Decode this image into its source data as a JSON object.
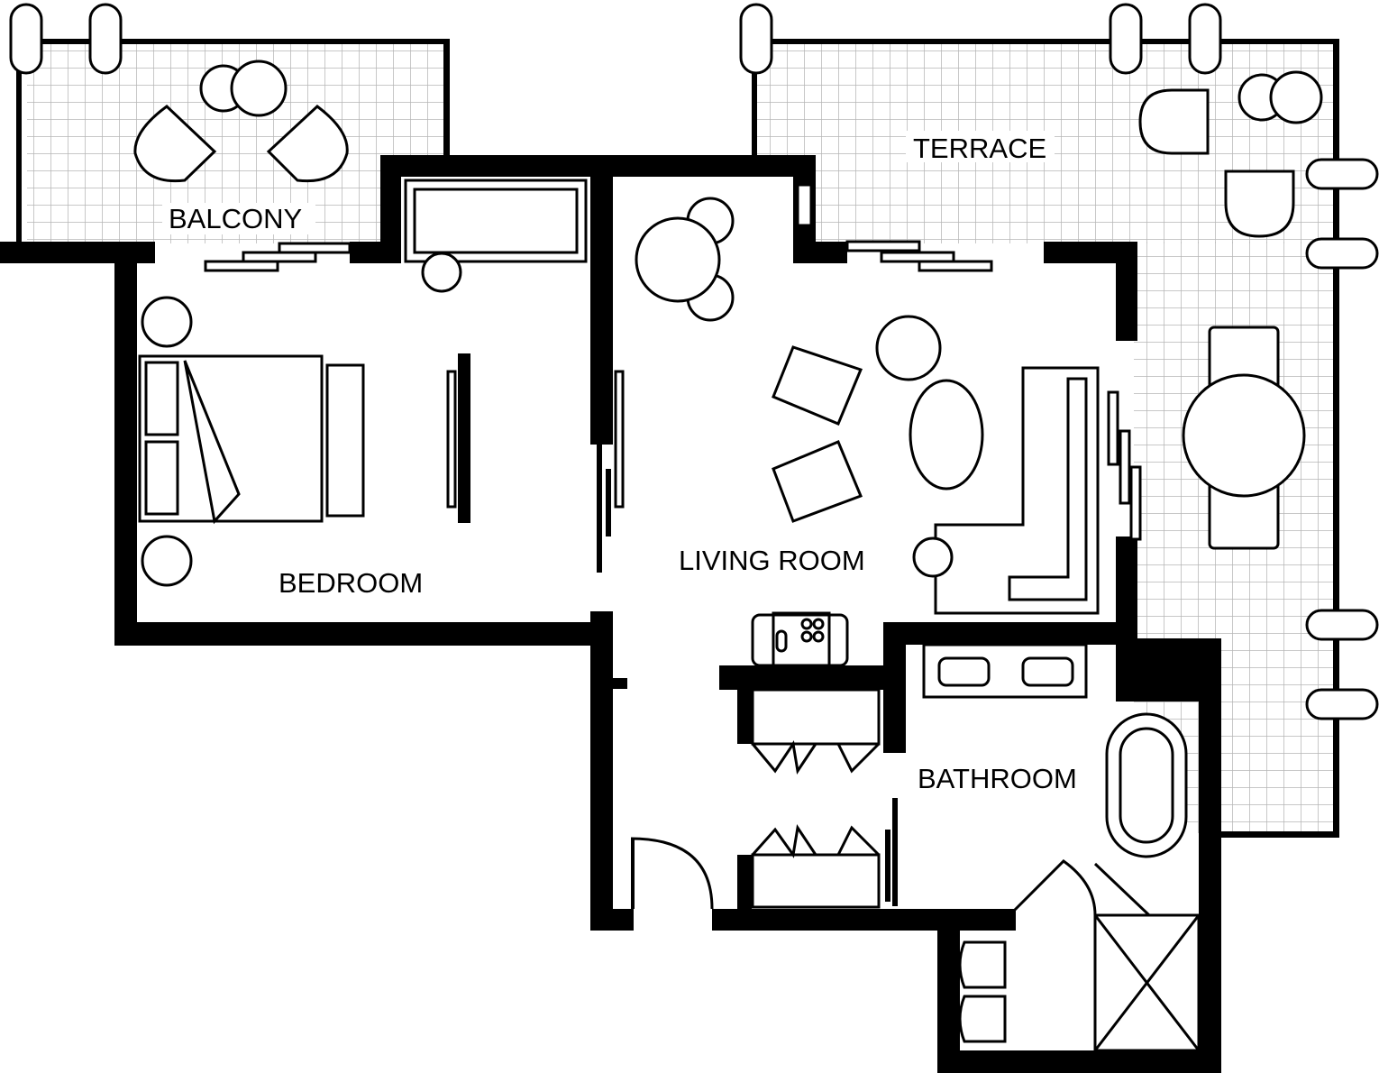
{
  "plan": {
    "rooms": {
      "balcony": "BALCONY",
      "terrace": "TERRACE",
      "bedroom": "BEDROOM",
      "living_room": "LIVING ROOM",
      "bathroom": "BATHROOM"
    }
  },
  "colors": {
    "wall": "#000000",
    "grid": "#b5b5b5",
    "background": "#ffffff"
  }
}
